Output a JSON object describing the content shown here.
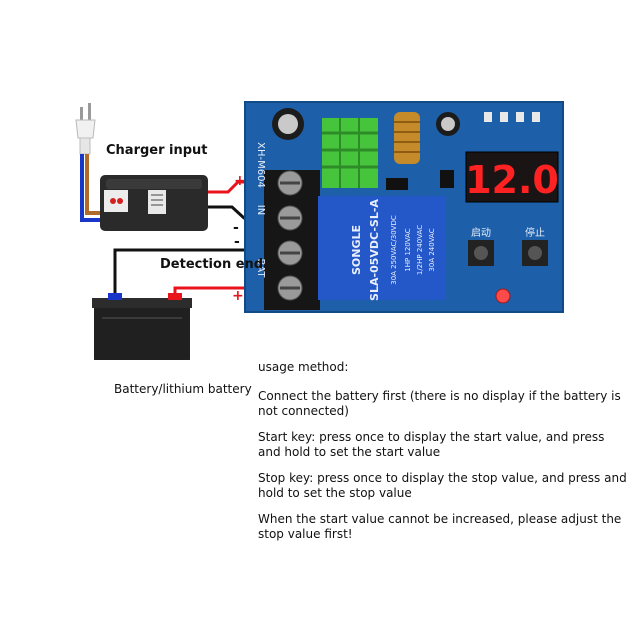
{
  "labels": {
    "charger_input": "Charger input",
    "detection_end": "Detection end",
    "battery": "Battery/lithium battery"
  },
  "board": {
    "model": "XH-M604",
    "display_value": "12.0",
    "terminal_in": "IN",
    "terminal_bat": "BAT",
    "plus": "+",
    "minus": "-",
    "relay_brand": "SONGLE",
    "relay_model": "SLA-05VDC-SL-A",
    "relay_ratings": [
      "30A 250VAC/30VDC",
      "1HP 120VAC",
      "1/2HP 240VAC",
      "30A 240VAC"
    ],
    "start_button_label": "启动",
    "stop_button_label": "停止"
  },
  "instructions": {
    "title": "usage method:",
    "step1": "Connect the battery first (there is no display if the battery is not connected)",
    "step2": "Start key: press once to display the start value, and press and hold to set the start value",
    "step3": "Stop key: press once to display the stop value, and press and hold to set the stop value",
    "step4": "When the start value cannot be increased, please adjust the stop value first!"
  },
  "colors": {
    "pcb": "#1d5fa8",
    "display_red": "#ff2222",
    "wire_red": "#e8141c",
    "wire_blue": "#1836c8",
    "relay_blue": "#2457c8",
    "heatsink": "#46c43c"
  }
}
